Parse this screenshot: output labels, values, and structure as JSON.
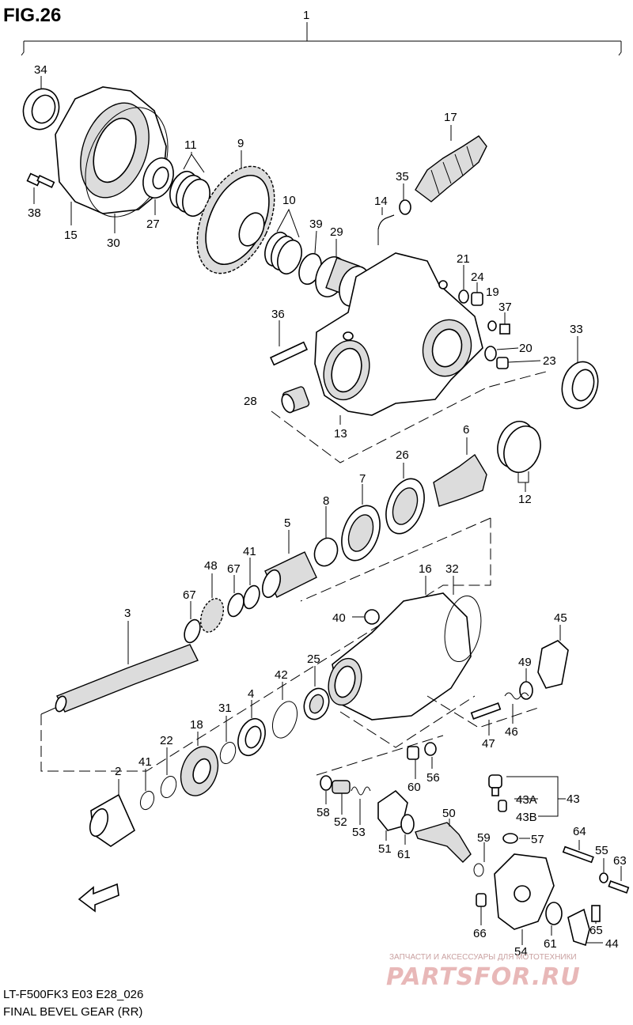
{
  "figure": {
    "title": "FIG.26",
    "model_code": "LT-F500FK3 E03 E28_026",
    "caption": "FINAL BEVEL GEAR (RR)"
  },
  "watermark": {
    "line1": "ЗАПЧАСТИ И АКСЕССУАРЫ ДЛЯ МОТОТЕХНИКИ",
    "line2": "PARTSFOR.RU"
  },
  "callouts": [
    "1",
    "34",
    "17",
    "11",
    "9",
    "35",
    "14",
    "10",
    "39",
    "29",
    "38",
    "15",
    "30",
    "27",
    "21",
    "24",
    "19",
    "37",
    "36",
    "33",
    "20",
    "23",
    "28",
    "13",
    "6",
    "26",
    "7",
    "12",
    "8",
    "5",
    "48",
    "67",
    "41",
    "16",
    "32",
    "45",
    "67",
    "3",
    "40",
    "49",
    "25",
    "42",
    "46",
    "4",
    "31",
    "47",
    "18",
    "22",
    "2",
    "41",
    "56",
    "60",
    "43",
    "43A",
    "43B",
    "50",
    "58",
    "52",
    "53",
    "51",
    "61",
    "59",
    "57",
    "64",
    "55",
    "63",
    "66",
    "65",
    "54",
    "61",
    "44"
  ]
}
